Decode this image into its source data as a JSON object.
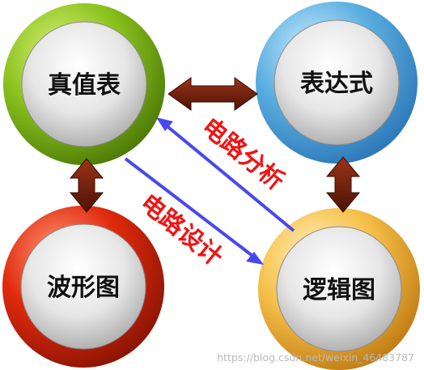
{
  "nodes": {
    "truth_table": {
      "label": "真值表",
      "ring_color": "#8ac21c"
    },
    "expression": {
      "label": "表达式",
      "ring_color": "#5aaee0"
    },
    "waveform": {
      "label": "波形图",
      "ring_color": "#e02a0c"
    },
    "logic_diagram": {
      "label": "逻辑图",
      "ring_color": "#f6c048"
    }
  },
  "edges": {
    "circuit_analysis": {
      "label": "电路分析"
    },
    "circuit_design": {
      "label": "电路设计"
    }
  },
  "colors": {
    "double_arrow": "#6b1c0c",
    "diagonal_arrow": "#4848f0",
    "diagonal_text": "#f01414",
    "node_face": "#dcdcdc"
  },
  "watermark": "https://blog.csdn.net/weixin_46483787"
}
